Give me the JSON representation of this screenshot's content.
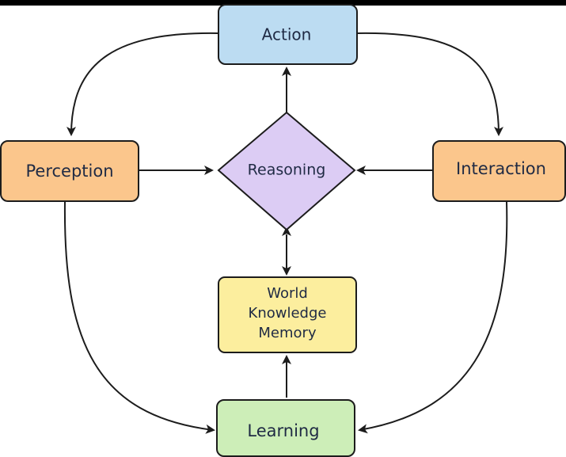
{
  "diagram": {
    "nodes": {
      "action": {
        "label": "Action",
        "fill": "#bcdcf2"
      },
      "perception": {
        "label": "Perception",
        "fill": "#fbc68c"
      },
      "reasoning": {
        "label": "Reasoning",
        "fill": "#dcccf4"
      },
      "interaction": {
        "label": "Interaction",
        "fill": "#fbc68c"
      },
      "memory": {
        "lines": [
          "World",
          "Knowledge",
          "Memory"
        ],
        "fill": "#fcee9e"
      },
      "learning": {
        "label": "Learning",
        "fill": "#cdeeb8"
      }
    },
    "colors": {
      "border": "#1c1c1c",
      "arrow": "#1c1c1c",
      "text": "#1f2a44"
    }
  }
}
